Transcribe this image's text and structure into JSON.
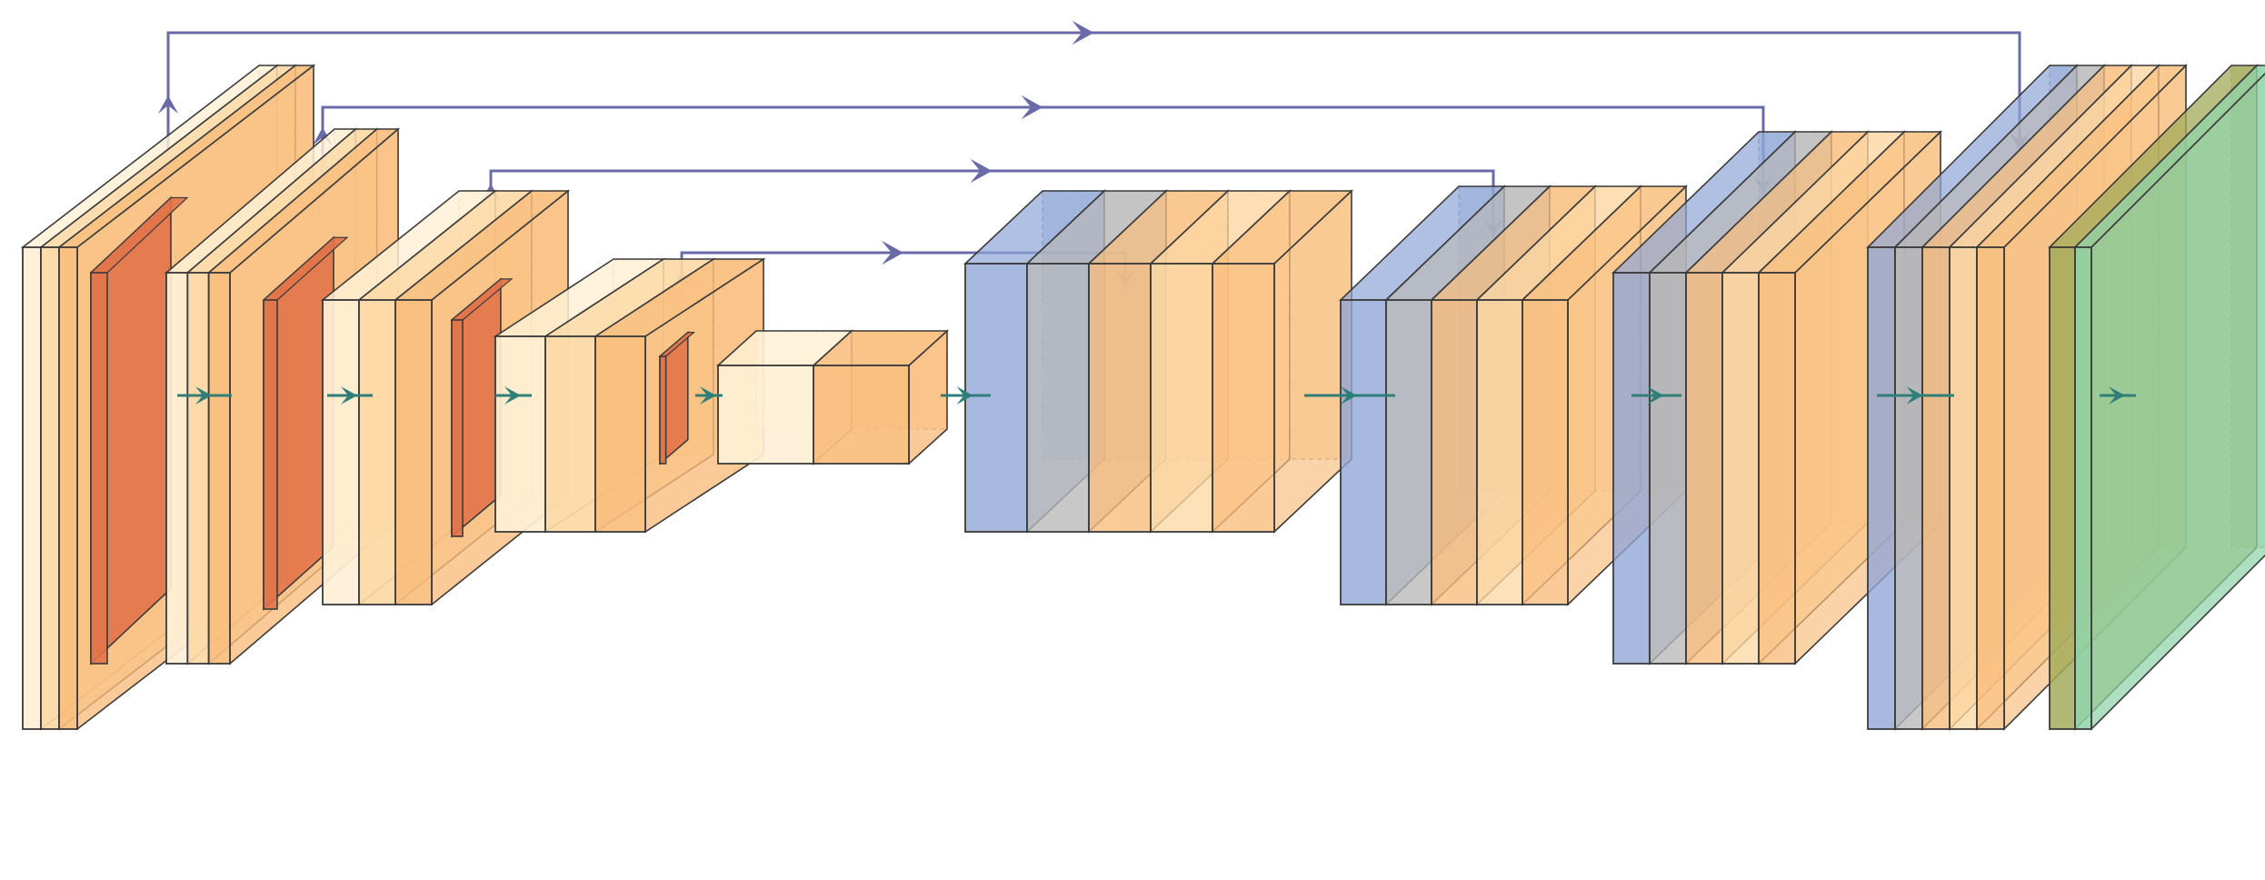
{
  "diagram": {
    "kind": "unet-architecture",
    "colors": {
      "conv": "#fdd9a5",
      "conv_light": "#fff0d6",
      "conv_mid": "#f9bd7c",
      "pool": "#e2744a",
      "pool_light": "#f5a64f",
      "upsample": "#8fa5d6",
      "concat": "#b8b8b8",
      "concat_dark": "#7d7f86",
      "softmax": "#8fd3a8",
      "output": "#a3ab5a",
      "edge": "#3b3b3b",
      "skip": "#6a6aa8",
      "flow": "#2f7f78"
    },
    "encoder_blocks": [
      {
        "slabs": [
          "conv_light",
          "conv",
          "conv_mid"
        ],
        "pool": true
      },
      {
        "slabs": [
          "conv_light",
          "conv",
          "conv_mid"
        ],
        "pool": true
      },
      {
        "slabs": [
          "conv_light",
          "conv",
          "conv_mid"
        ],
        "pool": true
      },
      {
        "slabs": [
          "conv_light",
          "conv",
          "conv_mid"
        ],
        "pool": true
      },
      {
        "slabs": [
          "conv_light",
          "conv_mid"
        ],
        "pool": false
      }
    ],
    "decoder_blocks": [
      {
        "slabs": [
          "upsample",
          "concat",
          "conv_mid",
          "conv",
          "conv_mid"
        ]
      },
      {
        "slabs": [
          "upsample",
          "concat",
          "conv_mid",
          "conv",
          "conv_mid"
        ]
      },
      {
        "slabs": [
          "upsample",
          "concat",
          "conv_mid",
          "conv",
          "conv_mid"
        ]
      },
      {
        "slabs": [
          "upsample",
          "concat",
          "conv_mid",
          "conv",
          "conv_mid"
        ]
      }
    ],
    "output_block": {
      "slabs": [
        "output",
        "softmax"
      ]
    },
    "skip_connections": 4
  }
}
